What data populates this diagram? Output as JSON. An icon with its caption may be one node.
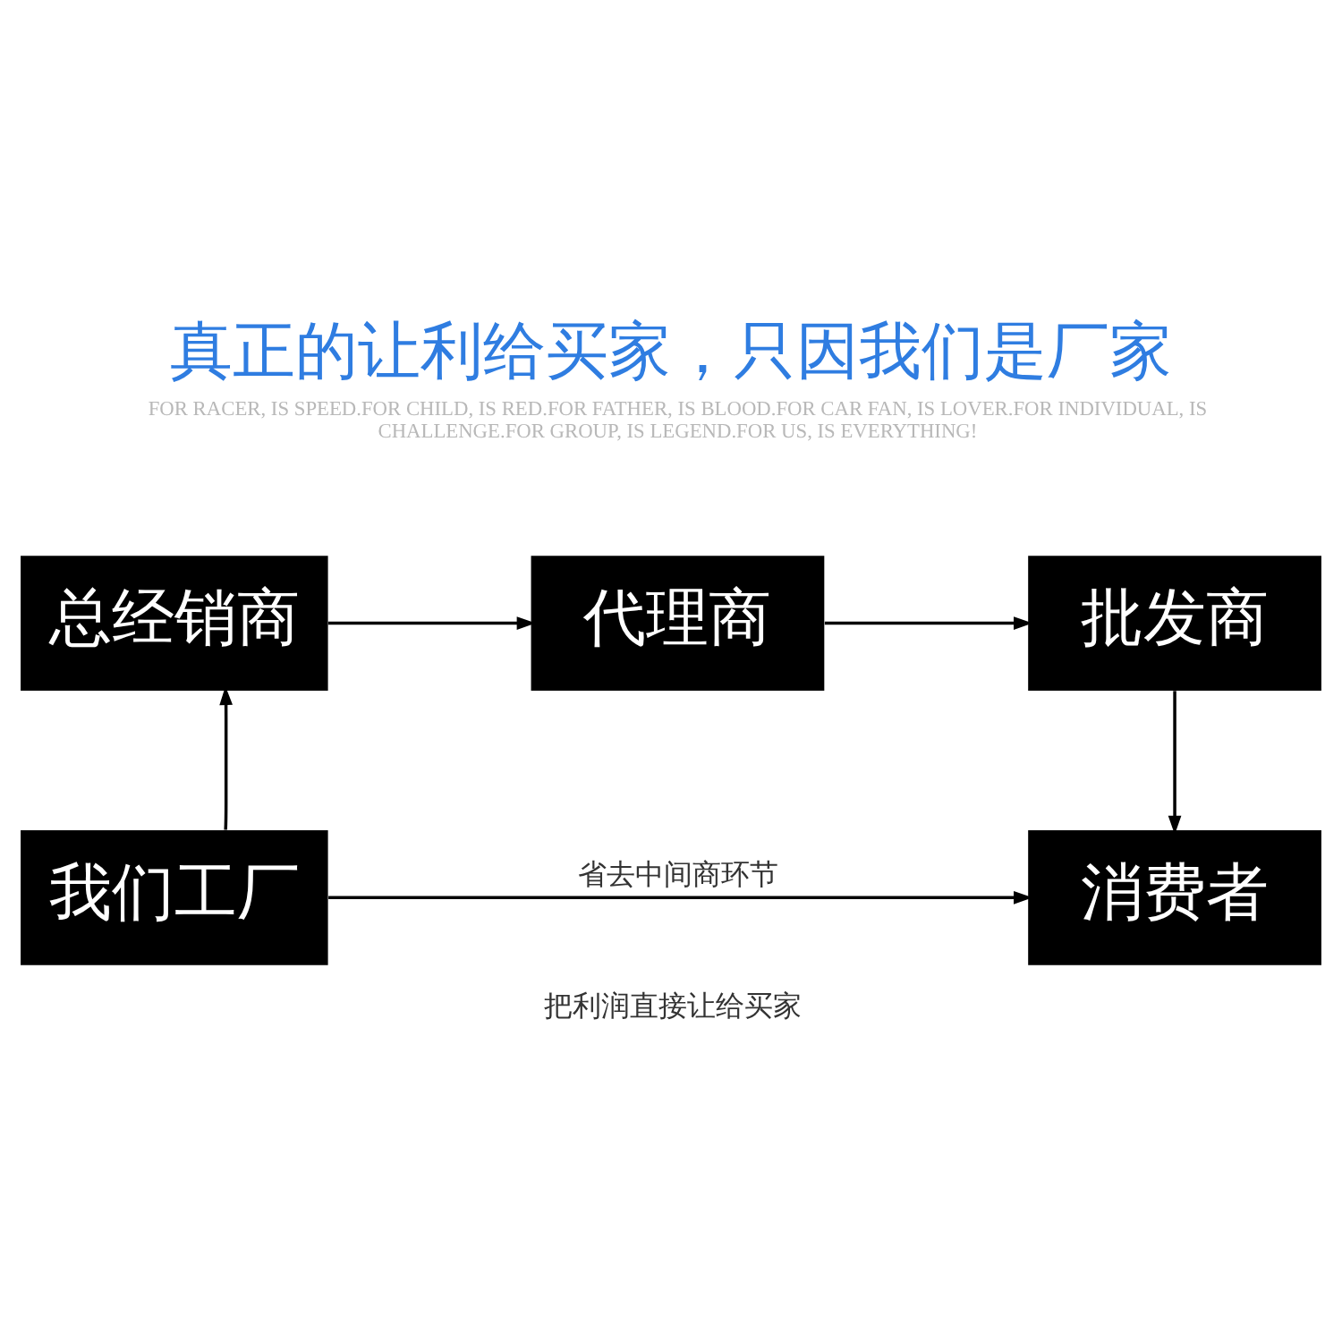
{
  "diagram": {
    "title": "真正的让利给买家，只因我们是厂家",
    "nodes": [
      {
        "text": [
          "总经销商"
        ]
      },
      {
        "text": [
          "代理商"
        ]
      },
      {
        "text": [
          "批发商"
        ]
      },
      {
        "text": [
          "我们工厂"
        ]
      },
      {
        "text": [
          "消费者"
        ]
      }
    ],
    "edges": [
      {
        "from": 3,
        "to": 0,
        "arrow": "to"
      },
      {
        "from": 0,
        "to": 1,
        "arrow": "to"
      },
      {
        "from": 1,
        "to": 2,
        "arrow": "to"
      },
      {
        "from": 2,
        "to": 4,
        "arrow": "to"
      },
      {
        "from": 3,
        "to": 4,
        "arrow": "to",
        "label": "省去中间商环节"
      }
    ],
    "labels": [
      "FOR RACER, IS SPEED.FOR CHILD, IS RED.FOR FATHER, IS BLOOD.FOR CAR FAN, IS LOVER.FOR INDIVIDUAL, IS CHALLENGE.FOR GROUP, IS LEGEND.FOR US, IS EVERYTHING!",
      "把利润直接让给买家"
    ]
  }
}
